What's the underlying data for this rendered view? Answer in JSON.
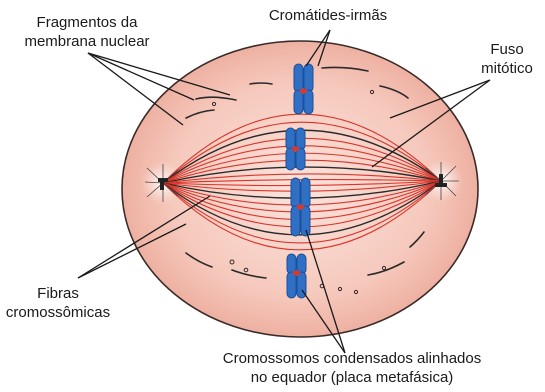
{
  "labels": {
    "nuclear_fragments_line1": "Fragmentos da",
    "nuclear_fragments_line2": "membrana nuclear",
    "sister_chromatids": "Cromátides-irmãs",
    "spindle_line1": "Fuso",
    "spindle_line2": "mitótico",
    "fibers_line1": "Fibras",
    "fibers_line2": "cromossômicas",
    "chromosomes_line1": "Cromossomos condensados alinhados",
    "chromosomes_line2": "no equador (placa metafásica)"
  },
  "colors": {
    "cell_fill": "#f7cfc4",
    "cell_stroke": "#3a2a2a",
    "spindle_red": "#d9352b",
    "spindle_dark": "#2a2a2a",
    "chromosome_blue": "#2f6fc4",
    "chromosome_dark": "#1d4f9a",
    "centromere_red": "#d63a2f",
    "text": "#1a1a1a"
  }
}
